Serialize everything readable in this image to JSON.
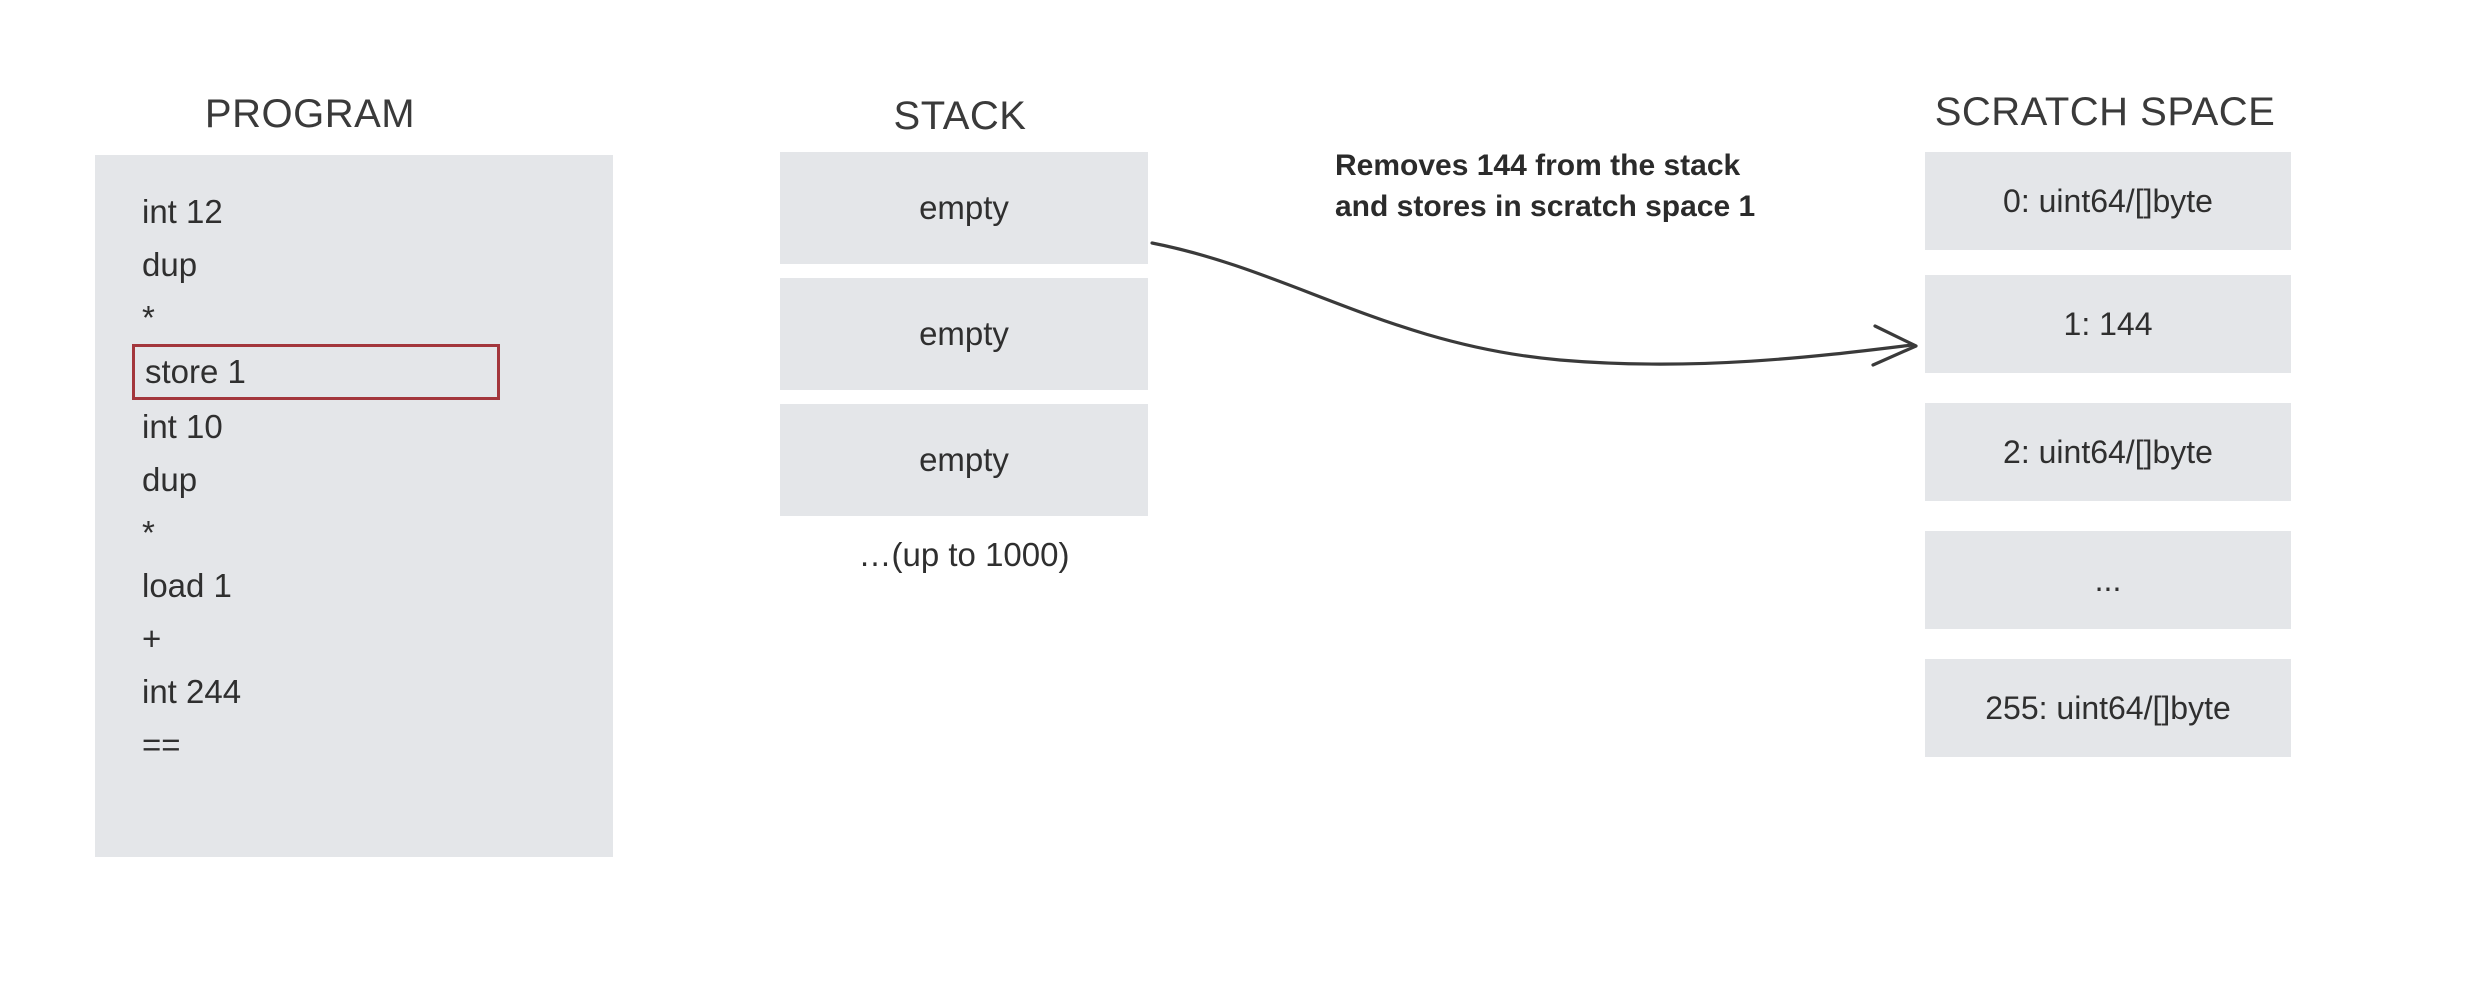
{
  "sections": {
    "program": {
      "title": "PROGRAM",
      "lines": [
        {
          "text": "int 12",
          "highlighted": false
        },
        {
          "text": "dup",
          "highlighted": false
        },
        {
          "text": "*",
          "highlighted": false
        },
        {
          "text": "store 1",
          "highlighted": true
        },
        {
          "text": "int 10",
          "highlighted": false
        },
        {
          "text": "dup",
          "highlighted": false
        },
        {
          "text": "*",
          "highlighted": false
        },
        {
          "text": "load 1",
          "highlighted": false
        },
        {
          "text": "+",
          "highlighted": false
        },
        {
          "text": "int 244",
          "highlighted": false
        },
        {
          "text": "==",
          "highlighted": false
        }
      ]
    },
    "stack": {
      "title": "STACK",
      "cells": [
        "empty",
        "empty",
        "empty"
      ],
      "overflow_note": "…(up to 1000)"
    },
    "scratch_space": {
      "title": "SCRATCH SPACE",
      "cells": [
        "0: uint64/[]byte",
        "1: 144",
        "2: uint64/[]byte",
        "...",
        "255: uint64/[]byte"
      ]
    }
  },
  "annotation": {
    "line1": "Removes 144 from the stack",
    "line2": "and stores in scratch space 1"
  },
  "colors": {
    "panel_fill": "#e4e6e9",
    "highlight_border": "#a3363c",
    "text": "#2f2f2f",
    "arrow": "#3a3a3a",
    "background": "#ffffff"
  }
}
